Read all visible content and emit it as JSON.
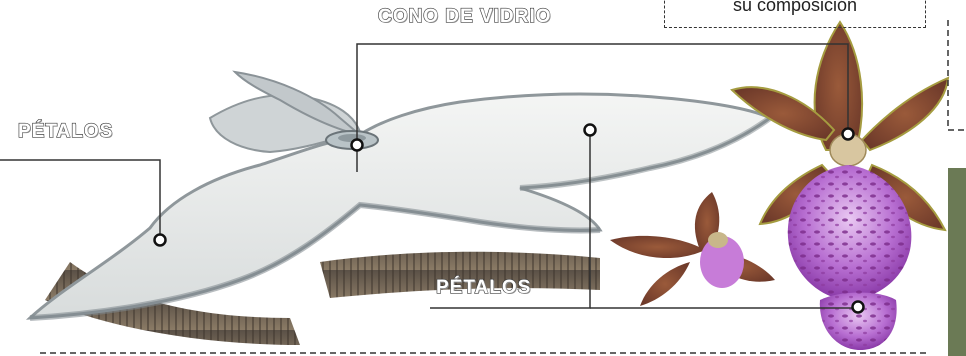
{
  "labels": {
    "cone": "CONO DE VIDRIO",
    "petals_left": "PÉTALOS",
    "petals_bottom": "PÉTALOS"
  },
  "note": {
    "text": "su composición"
  },
  "colors": {
    "roof": "#e9ebea",
    "roof_edge": "#9aa2a6",
    "facade": "#6e6254",
    "orchid_sepal": "#8a4a3a",
    "orchid_yellow": "#b8b04a",
    "orchid_lip": "#b76ad0",
    "leader_line": "#333333"
  }
}
